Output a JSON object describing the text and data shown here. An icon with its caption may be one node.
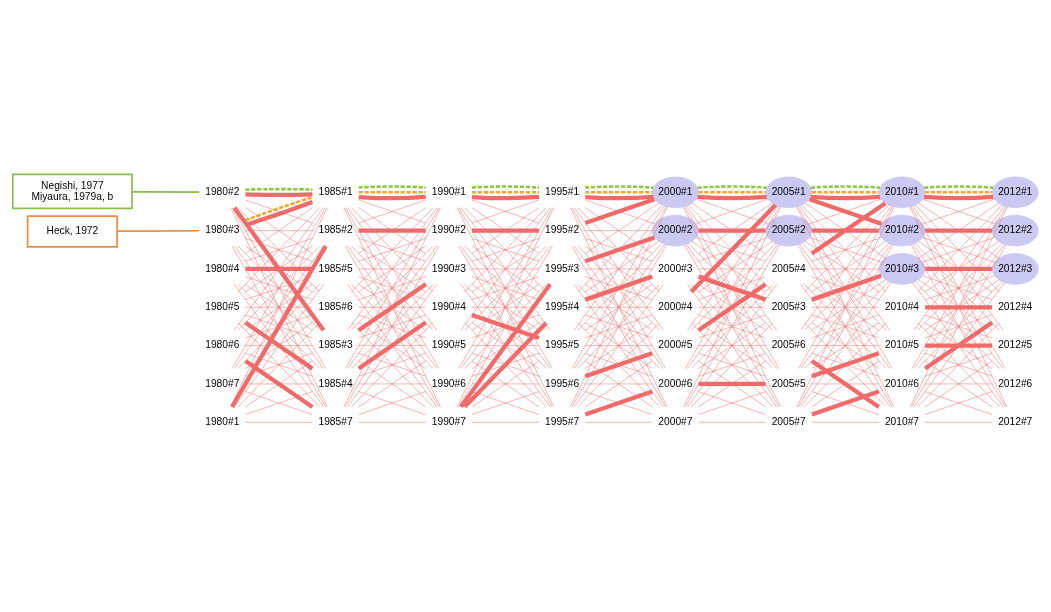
{
  "diagram": {
    "nodes": [
      {
        "text": [
          "1980#1"
        ]
      },
      {
        "text": [
          "1980#2"
        ]
      },
      {
        "text": [
          "1980#3"
        ]
      },
      {
        "text": [
          "1980#4"
        ]
      },
      {
        "text": [
          "1980#5"
        ]
      },
      {
        "text": [
          "1980#6"
        ]
      },
      {
        "text": [
          "1980#7"
        ]
      },
      {
        "text": [
          "1985#1"
        ]
      },
      {
        "text": [
          "1985#2"
        ]
      },
      {
        "text": [
          "1985#5"
        ]
      },
      {
        "text": [
          "1985#6"
        ]
      },
      {
        "text": [
          "1985#3"
        ]
      },
      {
        "text": [
          "1985#4"
        ]
      },
      {
        "text": [
          "1985#7"
        ]
      },
      {
        "text": [
          "1990#1"
        ]
      },
      {
        "text": [
          "1990#2"
        ]
      },
      {
        "text": [
          "1990#3"
        ]
      },
      {
        "text": [
          "1990#4"
        ]
      },
      {
        "text": [
          "1990#5"
        ]
      },
      {
        "text": [
          "1990#6"
        ]
      },
      {
        "text": [
          "1990#7"
        ]
      },
      {
        "text": [
          "1995#1"
        ]
      },
      {
        "text": [
          "1995#2"
        ]
      },
      {
        "text": [
          "1995#3"
        ]
      },
      {
        "text": [
          "1995#4"
        ]
      },
      {
        "text": [
          "1995#5"
        ]
      },
      {
        "text": [
          "1995#6"
        ]
      },
      {
        "text": [
          "1995#7"
        ]
      },
      {
        "text": [
          "2000#1"
        ]
      },
      {
        "text": [
          "2000#2"
        ]
      },
      {
        "text": [
          "2000#3"
        ]
      },
      {
        "text": [
          "2000#4"
        ]
      },
      {
        "text": [
          "2000#5"
        ]
      },
      {
        "text": [
          "2000#6"
        ]
      },
      {
        "text": [
          "2000#7"
        ]
      },
      {
        "text": [
          "2005#1"
        ]
      },
      {
        "text": [
          "2005#2"
        ]
      },
      {
        "text": [
          "2005#4"
        ]
      },
      {
        "text": [
          "2005#3"
        ]
      },
      {
        "text": [
          "2005#6"
        ]
      },
      {
        "text": [
          "2005#5"
        ]
      },
      {
        "text": [
          "2005#7"
        ]
      },
      {
        "text": [
          "2010#1"
        ]
      },
      {
        "text": [
          "2010#2"
        ]
      },
      {
        "text": [
          "2010#3"
        ]
      },
      {
        "text": [
          "2010#4"
        ]
      },
      {
        "text": [
          "2010#5"
        ]
      },
      {
        "text": [
          "2010#6"
        ]
      },
      {
        "text": [
          "2010#7"
        ]
      },
      {
        "text": [
          "2012#1"
        ]
      },
      {
        "text": [
          "2012#2"
        ]
      },
      {
        "text": [
          "2012#3"
        ]
      },
      {
        "text": [
          "2012#4"
        ]
      },
      {
        "text": [
          "2012#5"
        ]
      },
      {
        "text": [
          "2012#6"
        ]
      },
      {
        "text": [
          "2012#7"
        ]
      },
      {
        "text": [
          "Heck, 1972"
        ]
      },
      {
        "text": [
          "Negishi, 1977",
          "Miyaura, 1979a, b"
        ]
      }
    ],
    "edges": [
      {
        "from": 0,
        "to": 7,
        "arrow": "none"
      },
      {
        "from": 0,
        "to": 8,
        "arrow": "none",
        "style": "thick"
      },
      {
        "from": 0,
        "to": 9,
        "arrow": "none"
      },
      {
        "from": 0,
        "to": 10,
        "arrow": "none"
      },
      {
        "from": 0,
        "to": 11,
        "arrow": "none"
      },
      {
        "from": 0,
        "to": 12,
        "arrow": "none"
      },
      {
        "from": 0,
        "to": 13,
        "arrow": "none"
      },
      {
        "from": 1,
        "to": 7,
        "arrow": "none",
        "style": "thick"
      },
      {
        "from": 1,
        "to": 8,
        "arrow": "none"
      },
      {
        "from": 1,
        "to": 9,
        "arrow": "none"
      },
      {
        "from": 1,
        "to": 10,
        "arrow": "none"
      },
      {
        "from": 1,
        "to": 11,
        "arrow": "none",
        "style": "thick"
      },
      {
        "from": 1,
        "to": 12,
        "arrow": "none"
      },
      {
        "from": 1,
        "to": 13,
        "arrow": "none"
      },
      {
        "from": 2,
        "to": 7,
        "arrow": "none",
        "style": "thick"
      },
      {
        "from": 2,
        "to": 8,
        "arrow": "none"
      },
      {
        "from": 2,
        "to": 9,
        "arrow": "none"
      },
      {
        "from": 2,
        "to": 10,
        "arrow": "none"
      },
      {
        "from": 2,
        "to": 11,
        "arrow": "none"
      },
      {
        "from": 2,
        "to": 12,
        "arrow": "none"
      },
      {
        "from": 2,
        "to": 13,
        "arrow": "none"
      },
      {
        "from": 3,
        "to": 7,
        "arrow": "none"
      },
      {
        "from": 3,
        "to": 8,
        "arrow": "none"
      },
      {
        "from": 3,
        "to": 9,
        "arrow": "none",
        "style": "thick"
      },
      {
        "from": 3,
        "to": 10,
        "arrow": "none"
      },
      {
        "from": 3,
        "to": 11,
        "arrow": "none"
      },
      {
        "from": 3,
        "to": 12,
        "arrow": "none"
      },
      {
        "from": 3,
        "to": 13,
        "arrow": "none"
      },
      {
        "from": 4,
        "to": 7,
        "arrow": "none"
      },
      {
        "from": 4,
        "to": 8,
        "arrow": "none"
      },
      {
        "from": 4,
        "to": 9,
        "arrow": "none"
      },
      {
        "from": 4,
        "to": 10,
        "arrow": "none"
      },
      {
        "from": 4,
        "to": 11,
        "arrow": "none"
      },
      {
        "from": 4,
        "to": 12,
        "arrow": "none",
        "style": "thick"
      },
      {
        "from": 4,
        "to": 13,
        "arrow": "none"
      },
      {
        "from": 5,
        "to": 7,
        "arrow": "none"
      },
      {
        "from": 5,
        "to": 8,
        "arrow": "none"
      },
      {
        "from": 5,
        "to": 9,
        "arrow": "none"
      },
      {
        "from": 5,
        "to": 10,
        "arrow": "none"
      },
      {
        "from": 5,
        "to": 11,
        "arrow": "none"
      },
      {
        "from": 5,
        "to": 12,
        "arrow": "none"
      },
      {
        "from": 5,
        "to": 13,
        "arrow": "none",
        "style": "thick"
      },
      {
        "from": 6,
        "to": 7,
        "arrow": "none"
      },
      {
        "from": 6,
        "to": 8,
        "arrow": "none"
      },
      {
        "from": 6,
        "to": 9,
        "arrow": "none"
      },
      {
        "from": 6,
        "to": 10,
        "arrow": "none"
      },
      {
        "from": 6,
        "to": 11,
        "arrow": "none"
      },
      {
        "from": 6,
        "to": 12,
        "arrow": "none"
      },
      {
        "from": 6,
        "to": 13,
        "arrow": "none"
      },
      {
        "from": 7,
        "to": 14,
        "arrow": "none",
        "style": "thick"
      },
      {
        "from": 7,
        "to": 15,
        "arrow": "none"
      },
      {
        "from": 7,
        "to": 16,
        "arrow": "none"
      },
      {
        "from": 7,
        "to": 17,
        "arrow": "none"
      },
      {
        "from": 7,
        "to": 18,
        "arrow": "none"
      },
      {
        "from": 7,
        "to": 19,
        "arrow": "none"
      },
      {
        "from": 7,
        "to": 20,
        "arrow": "none"
      },
      {
        "from": 8,
        "to": 14,
        "arrow": "none"
      },
      {
        "from": 8,
        "to": 15,
        "arrow": "none",
        "style": "thick"
      },
      {
        "from": 8,
        "to": 16,
        "arrow": "none"
      },
      {
        "from": 8,
        "to": 17,
        "arrow": "none"
      },
      {
        "from": 8,
        "to": 18,
        "arrow": "none"
      },
      {
        "from": 8,
        "to": 19,
        "arrow": "none"
      },
      {
        "from": 8,
        "to": 20,
        "arrow": "none"
      },
      {
        "from": 9,
        "to": 14,
        "arrow": "none"
      },
      {
        "from": 9,
        "to": 15,
        "arrow": "none"
      },
      {
        "from": 9,
        "to": 16,
        "arrow": "none"
      },
      {
        "from": 9,
        "to": 17,
        "arrow": "none"
      },
      {
        "from": 9,
        "to": 18,
        "arrow": "none"
      },
      {
        "from": 9,
        "to": 19,
        "arrow": "none"
      },
      {
        "from": 9,
        "to": 20,
        "arrow": "none"
      },
      {
        "from": 10,
        "to": 14,
        "arrow": "none"
      },
      {
        "from": 10,
        "to": 15,
        "arrow": "none"
      },
      {
        "from": 10,
        "to": 16,
        "arrow": "none"
      },
      {
        "from": 10,
        "to": 17,
        "arrow": "none"
      },
      {
        "from": 10,
        "to": 18,
        "arrow": "none"
      },
      {
        "from": 10,
        "to": 19,
        "arrow": "none"
      },
      {
        "from": 10,
        "to": 20,
        "arrow": "none"
      },
      {
        "from": 11,
        "to": 14,
        "arrow": "none"
      },
      {
        "from": 11,
        "to": 15,
        "arrow": "none"
      },
      {
        "from": 11,
        "to": 16,
        "arrow": "none",
        "style": "thick"
      },
      {
        "from": 11,
        "to": 17,
        "arrow": "none"
      },
      {
        "from": 11,
        "to": 18,
        "arrow": "none"
      },
      {
        "from": 11,
        "to": 19,
        "arrow": "none"
      },
      {
        "from": 11,
        "to": 20,
        "arrow": "none"
      },
      {
        "from": 12,
        "to": 14,
        "arrow": "none"
      },
      {
        "from": 12,
        "to": 15,
        "arrow": "none"
      },
      {
        "from": 12,
        "to": 16,
        "arrow": "none"
      },
      {
        "from": 12,
        "to": 17,
        "arrow": "none",
        "style": "thick"
      },
      {
        "from": 12,
        "to": 18,
        "arrow": "none"
      },
      {
        "from": 12,
        "to": 19,
        "arrow": "none"
      },
      {
        "from": 12,
        "to": 20,
        "arrow": "none"
      },
      {
        "from": 13,
        "to": 14,
        "arrow": "none"
      },
      {
        "from": 13,
        "to": 15,
        "arrow": "none"
      },
      {
        "from": 13,
        "to": 16,
        "arrow": "none"
      },
      {
        "from": 13,
        "to": 17,
        "arrow": "none"
      },
      {
        "from": 13,
        "to": 18,
        "arrow": "none"
      },
      {
        "from": 13,
        "to": 19,
        "arrow": "none"
      },
      {
        "from": 13,
        "to": 20,
        "arrow": "none"
      },
      {
        "from": 14,
        "to": 21,
        "arrow": "none",
        "style": "thick"
      },
      {
        "from": 14,
        "to": 22,
        "arrow": "none"
      },
      {
        "from": 14,
        "to": 23,
        "arrow": "none"
      },
      {
        "from": 14,
        "to": 24,
        "arrow": "none"
      },
      {
        "from": 14,
        "to": 25,
        "arrow": "none"
      },
      {
        "from": 14,
        "to": 26,
        "arrow": "none"
      },
      {
        "from": 14,
        "to": 27,
        "arrow": "none"
      },
      {
        "from": 15,
        "to": 21,
        "arrow": "none"
      },
      {
        "from": 15,
        "to": 22,
        "arrow": "none",
        "style": "thick"
      },
      {
        "from": 15,
        "to": 23,
        "arrow": "none"
      },
      {
        "from": 15,
        "to": 24,
        "arrow": "none"
      },
      {
        "from": 15,
        "to": 25,
        "arrow": "none"
      },
      {
        "from": 15,
        "to": 26,
        "arrow": "none"
      },
      {
        "from": 15,
        "to": 27,
        "arrow": "none"
      },
      {
        "from": 16,
        "to": 21,
        "arrow": "none"
      },
      {
        "from": 16,
        "to": 22,
        "arrow": "none"
      },
      {
        "from": 16,
        "to": 23,
        "arrow": "none"
      },
      {
        "from": 16,
        "to": 24,
        "arrow": "none"
      },
      {
        "from": 16,
        "to": 25,
        "arrow": "none"
      },
      {
        "from": 16,
        "to": 26,
        "arrow": "none"
      },
      {
        "from": 16,
        "to": 27,
        "arrow": "none"
      },
      {
        "from": 17,
        "to": 21,
        "arrow": "none"
      },
      {
        "from": 17,
        "to": 22,
        "arrow": "none"
      },
      {
        "from": 17,
        "to": 23,
        "arrow": "none"
      },
      {
        "from": 17,
        "to": 24,
        "arrow": "none"
      },
      {
        "from": 17,
        "to": 25,
        "arrow": "none",
        "style": "thick"
      },
      {
        "from": 17,
        "to": 26,
        "arrow": "none"
      },
      {
        "from": 17,
        "to": 27,
        "arrow": "none"
      },
      {
        "from": 18,
        "to": 21,
        "arrow": "none"
      },
      {
        "from": 18,
        "to": 22,
        "arrow": "none"
      },
      {
        "from": 18,
        "to": 23,
        "arrow": "none"
      },
      {
        "from": 18,
        "to": 24,
        "arrow": "none"
      },
      {
        "from": 18,
        "to": 25,
        "arrow": "none"
      },
      {
        "from": 18,
        "to": 26,
        "arrow": "none"
      },
      {
        "from": 18,
        "to": 27,
        "arrow": "none"
      },
      {
        "from": 19,
        "to": 21,
        "arrow": "none"
      },
      {
        "from": 19,
        "to": 22,
        "arrow": "none"
      },
      {
        "from": 19,
        "to": 23,
        "arrow": "none"
      },
      {
        "from": 19,
        "to": 24,
        "arrow": "none"
      },
      {
        "from": 19,
        "to": 25,
        "arrow": "none"
      },
      {
        "from": 19,
        "to": 26,
        "arrow": "none"
      },
      {
        "from": 19,
        "to": 27,
        "arrow": "none"
      },
      {
        "from": 20,
        "to": 21,
        "arrow": "none"
      },
      {
        "from": 20,
        "to": 22,
        "arrow": "none"
      },
      {
        "from": 20,
        "to": 23,
        "arrow": "none",
        "style": "thick"
      },
      {
        "from": 20,
        "to": 24,
        "arrow": "none",
        "style": "thick"
      },
      {
        "from": 20,
        "to": 25,
        "arrow": "none"
      },
      {
        "from": 20,
        "to": 26,
        "arrow": "none"
      },
      {
        "from": 20,
        "to": 27,
        "arrow": "none"
      },
      {
        "from": 21,
        "to": 28,
        "arrow": "none",
        "style": "thick"
      },
      {
        "from": 21,
        "to": 29,
        "arrow": "none"
      },
      {
        "from": 21,
        "to": 30,
        "arrow": "none"
      },
      {
        "from": 21,
        "to": 31,
        "arrow": "none"
      },
      {
        "from": 21,
        "to": 32,
        "arrow": "none"
      },
      {
        "from": 21,
        "to": 33,
        "arrow": "none"
      },
      {
        "from": 21,
        "to": 34,
        "arrow": "none"
      },
      {
        "from": 22,
        "to": 28,
        "arrow": "none",
        "style": "thick"
      },
      {
        "from": 22,
        "to": 29,
        "arrow": "none"
      },
      {
        "from": 22,
        "to": 30,
        "arrow": "none"
      },
      {
        "from": 22,
        "to": 31,
        "arrow": "none"
      },
      {
        "from": 22,
        "to": 32,
        "arrow": "none"
      },
      {
        "from": 22,
        "to": 33,
        "arrow": "none"
      },
      {
        "from": 22,
        "to": 34,
        "arrow": "none"
      },
      {
        "from": 23,
        "to": 28,
        "arrow": "none"
      },
      {
        "from": 23,
        "to": 29,
        "arrow": "none",
        "style": "thick"
      },
      {
        "from": 23,
        "to": 30,
        "arrow": "none"
      },
      {
        "from": 23,
        "to": 31,
        "arrow": "none"
      },
      {
        "from": 23,
        "to": 32,
        "arrow": "none"
      },
      {
        "from": 23,
        "to": 33,
        "arrow": "none"
      },
      {
        "from": 23,
        "to": 34,
        "arrow": "none"
      },
      {
        "from": 24,
        "to": 28,
        "arrow": "none"
      },
      {
        "from": 24,
        "to": 29,
        "arrow": "none"
      },
      {
        "from": 24,
        "to": 30,
        "arrow": "none",
        "style": "thick"
      },
      {
        "from": 24,
        "to": 31,
        "arrow": "none"
      },
      {
        "from": 24,
        "to": 32,
        "arrow": "none"
      },
      {
        "from": 24,
        "to": 33,
        "arrow": "none"
      },
      {
        "from": 24,
        "to": 34,
        "arrow": "none"
      },
      {
        "from": 25,
        "to": 28,
        "arrow": "none"
      },
      {
        "from": 25,
        "to": 29,
        "arrow": "none"
      },
      {
        "from": 25,
        "to": 30,
        "arrow": "none"
      },
      {
        "from": 25,
        "to": 31,
        "arrow": "none"
      },
      {
        "from": 25,
        "to": 32,
        "arrow": "none"
      },
      {
        "from": 25,
        "to": 33,
        "arrow": "none"
      },
      {
        "from": 25,
        "to": 34,
        "arrow": "none"
      },
      {
        "from": 26,
        "to": 28,
        "arrow": "none"
      },
      {
        "from": 26,
        "to": 29,
        "arrow": "none"
      },
      {
        "from": 26,
        "to": 30,
        "arrow": "none"
      },
      {
        "from": 26,
        "to": 31,
        "arrow": "none"
      },
      {
        "from": 26,
        "to": 32,
        "arrow": "none",
        "style": "thick"
      },
      {
        "from": 26,
        "to": 33,
        "arrow": "none"
      },
      {
        "from": 26,
        "to": 34,
        "arrow": "none"
      },
      {
        "from": 27,
        "to": 28,
        "arrow": "none"
      },
      {
        "from": 27,
        "to": 29,
        "arrow": "none"
      },
      {
        "from": 27,
        "to": 30,
        "arrow": "none"
      },
      {
        "from": 27,
        "to": 31,
        "arrow": "none"
      },
      {
        "from": 27,
        "to": 32,
        "arrow": "none"
      },
      {
        "from": 27,
        "to": 33,
        "arrow": "none",
        "style": "thick"
      },
      {
        "from": 27,
        "to": 34,
        "arrow": "none"
      },
      {
        "from": 28,
        "to": 35,
        "arrow": "none",
        "style": "thick"
      },
      {
        "from": 28,
        "to": 36,
        "arrow": "none"
      },
      {
        "from": 28,
        "to": 37,
        "arrow": "none"
      },
      {
        "from": 28,
        "to": 38,
        "arrow": "none"
      },
      {
        "from": 28,
        "to": 39,
        "arrow": "none"
      },
      {
        "from": 28,
        "to": 40,
        "arrow": "none"
      },
      {
        "from": 28,
        "to": 41,
        "arrow": "none"
      },
      {
        "from": 29,
        "to": 35,
        "arrow": "none"
      },
      {
        "from": 29,
        "to": 36,
        "arrow": "none",
        "style": "thick"
      },
      {
        "from": 29,
        "to": 37,
        "arrow": "none"
      },
      {
        "from": 29,
        "to": 38,
        "arrow": "none"
      },
      {
        "from": 29,
        "to": 39,
        "arrow": "none"
      },
      {
        "from": 29,
        "to": 40,
        "arrow": "none"
      },
      {
        "from": 29,
        "to": 41,
        "arrow": "none"
      },
      {
        "from": 30,
        "to": 35,
        "arrow": "none"
      },
      {
        "from": 30,
        "to": 36,
        "arrow": "none"
      },
      {
        "from": 30,
        "to": 37,
        "arrow": "none"
      },
      {
        "from": 30,
        "to": 38,
        "arrow": "none",
        "style": "thick"
      },
      {
        "from": 30,
        "to": 39,
        "arrow": "none"
      },
      {
        "from": 30,
        "to": 40,
        "arrow": "none"
      },
      {
        "from": 30,
        "to": 41,
        "arrow": "none"
      },
      {
        "from": 31,
        "to": 35,
        "arrow": "none",
        "style": "thick"
      },
      {
        "from": 31,
        "to": 36,
        "arrow": "none"
      },
      {
        "from": 31,
        "to": 37,
        "arrow": "none"
      },
      {
        "from": 31,
        "to": 38,
        "arrow": "none"
      },
      {
        "from": 31,
        "to": 39,
        "arrow": "none"
      },
      {
        "from": 31,
        "to": 40,
        "arrow": "none"
      },
      {
        "from": 31,
        "to": 41,
        "arrow": "none"
      },
      {
        "from": 32,
        "to": 35,
        "arrow": "none"
      },
      {
        "from": 32,
        "to": 36,
        "arrow": "none"
      },
      {
        "from": 32,
        "to": 37,
        "arrow": "none",
        "style": "thick"
      },
      {
        "from": 32,
        "to": 38,
        "arrow": "none"
      },
      {
        "from": 32,
        "to": 39,
        "arrow": "none"
      },
      {
        "from": 32,
        "to": 40,
        "arrow": "none"
      },
      {
        "from": 32,
        "to": 41,
        "arrow": "none"
      },
      {
        "from": 33,
        "to": 35,
        "arrow": "none"
      },
      {
        "from": 33,
        "to": 36,
        "arrow": "none"
      },
      {
        "from": 33,
        "to": 37,
        "arrow": "none"
      },
      {
        "from": 33,
        "to": 38,
        "arrow": "none"
      },
      {
        "from": 33,
        "to": 39,
        "arrow": "none"
      },
      {
        "from": 33,
        "to": 40,
        "arrow": "none",
        "style": "thick"
      },
      {
        "from": 33,
        "to": 41,
        "arrow": "none"
      },
      {
        "from": 34,
        "to": 35,
        "arrow": "none"
      },
      {
        "from": 34,
        "to": 36,
        "arrow": "none"
      },
      {
        "from": 34,
        "to": 37,
        "arrow": "none"
      },
      {
        "from": 34,
        "to": 38,
        "arrow": "none"
      },
      {
        "from": 34,
        "to": 39,
        "arrow": "none"
      },
      {
        "from": 34,
        "to": 40,
        "arrow": "none"
      },
      {
        "from": 34,
        "to": 41,
        "arrow": "none"
      },
      {
        "from": 35,
        "to": 42,
        "arrow": "none",
        "style": "thick"
      },
      {
        "from": 35,
        "to": 43,
        "arrow": "none",
        "style": "thick"
      },
      {
        "from": 35,
        "to": 44,
        "arrow": "none"
      },
      {
        "from": 35,
        "to": 45,
        "arrow": "none"
      },
      {
        "from": 35,
        "to": 46,
        "arrow": "none"
      },
      {
        "from": 35,
        "to": 47,
        "arrow": "none"
      },
      {
        "from": 35,
        "to": 48,
        "arrow": "none"
      },
      {
        "from": 36,
        "to": 42,
        "arrow": "none"
      },
      {
        "from": 36,
        "to": 43,
        "arrow": "none",
        "style": "thick"
      },
      {
        "from": 36,
        "to": 44,
        "arrow": "none"
      },
      {
        "from": 36,
        "to": 45,
        "arrow": "none"
      },
      {
        "from": 36,
        "to": 46,
        "arrow": "none"
      },
      {
        "from": 36,
        "to": 47,
        "arrow": "none"
      },
      {
        "from": 36,
        "to": 48,
        "arrow": "none"
      },
      {
        "from": 37,
        "to": 42,
        "arrow": "none",
        "style": "thick"
      },
      {
        "from": 37,
        "to": 43,
        "arrow": "none"
      },
      {
        "from": 37,
        "to": 44,
        "arrow": "none"
      },
      {
        "from": 37,
        "to": 45,
        "arrow": "none"
      },
      {
        "from": 37,
        "to": 46,
        "arrow": "none"
      },
      {
        "from": 37,
        "to": 47,
        "arrow": "none"
      },
      {
        "from": 37,
        "to": 48,
        "arrow": "none"
      },
      {
        "from": 38,
        "to": 42,
        "arrow": "none"
      },
      {
        "from": 38,
        "to": 43,
        "arrow": "none"
      },
      {
        "from": 38,
        "to": 44,
        "arrow": "none",
        "style": "thick"
      },
      {
        "from": 38,
        "to": 45,
        "arrow": "none"
      },
      {
        "from": 38,
        "to": 46,
        "arrow": "none"
      },
      {
        "from": 38,
        "to": 47,
        "arrow": "none"
      },
      {
        "from": 38,
        "to": 48,
        "arrow": "none"
      },
      {
        "from": 39,
        "to": 42,
        "arrow": "none"
      },
      {
        "from": 39,
        "to": 43,
        "arrow": "none"
      },
      {
        "from": 39,
        "to": 44,
        "arrow": "none"
      },
      {
        "from": 39,
        "to": 45,
        "arrow": "none"
      },
      {
        "from": 39,
        "to": 46,
        "arrow": "none"
      },
      {
        "from": 39,
        "to": 47,
        "arrow": "none"
      },
      {
        "from": 39,
        "to": 48,
        "arrow": "none",
        "style": "thick"
      },
      {
        "from": 40,
        "to": 42,
        "arrow": "none"
      },
      {
        "from": 40,
        "to": 43,
        "arrow": "none"
      },
      {
        "from": 40,
        "to": 44,
        "arrow": "none"
      },
      {
        "from": 40,
        "to": 45,
        "arrow": "none"
      },
      {
        "from": 40,
        "to": 46,
        "arrow": "none",
        "style": "thick"
      },
      {
        "from": 40,
        "to": 47,
        "arrow": "none"
      },
      {
        "from": 40,
        "to": 48,
        "arrow": "none"
      },
      {
        "from": 41,
        "to": 42,
        "arrow": "none"
      },
      {
        "from": 41,
        "to": 43,
        "arrow": "none"
      },
      {
        "from": 41,
        "to": 44,
        "arrow": "none"
      },
      {
        "from": 41,
        "to": 45,
        "arrow": "none"
      },
      {
        "from": 41,
        "to": 46,
        "arrow": "none"
      },
      {
        "from": 41,
        "to": 47,
        "arrow": "none",
        "style": "thick"
      },
      {
        "from": 41,
        "to": 48,
        "arrow": "none"
      },
      {
        "from": 42,
        "to": 49,
        "arrow": "none",
        "style": "thick"
      },
      {
        "from": 42,
        "to": 50,
        "arrow": "none"
      },
      {
        "from": 42,
        "to": 51,
        "arrow": "none"
      },
      {
        "from": 42,
        "to": 52,
        "arrow": "none"
      },
      {
        "from": 42,
        "to": 53,
        "arrow": "none"
      },
      {
        "from": 42,
        "to": 54,
        "arrow": "none"
      },
      {
        "from": 42,
        "to": 55,
        "arrow": "none"
      },
      {
        "from": 43,
        "to": 49,
        "arrow": "none"
      },
      {
        "from": 43,
        "to": 50,
        "arrow": "none",
        "style": "thick"
      },
      {
        "from": 43,
        "to": 51,
        "arrow": "none"
      },
      {
        "from": 43,
        "to": 52,
        "arrow": "none"
      },
      {
        "from": 43,
        "to": 53,
        "arrow": "none"
      },
      {
        "from": 43,
        "to": 54,
        "arrow": "none"
      },
      {
        "from": 43,
        "to": 55,
        "arrow": "none"
      },
      {
        "from": 44,
        "to": 49,
        "arrow": "none"
      },
      {
        "from": 44,
        "to": 50,
        "arrow": "none"
      },
      {
        "from": 44,
        "to": 51,
        "arrow": "none",
        "style": "thick"
      },
      {
        "from": 44,
        "to": 52,
        "arrow": "none"
      },
      {
        "from": 44,
        "to": 53,
        "arrow": "none"
      },
      {
        "from": 44,
        "to": 54,
        "arrow": "none"
      },
      {
        "from": 44,
        "to": 55,
        "arrow": "none"
      },
      {
        "from": 45,
        "to": 49,
        "arrow": "none"
      },
      {
        "from": 45,
        "to": 50,
        "arrow": "none"
      },
      {
        "from": 45,
        "to": 51,
        "arrow": "none"
      },
      {
        "from": 45,
        "to": 52,
        "arrow": "none",
        "style": "thick"
      },
      {
        "from": 45,
        "to": 53,
        "arrow": "none"
      },
      {
        "from": 45,
        "to": 54,
        "arrow": "none"
      },
      {
        "from": 45,
        "to": 55,
        "arrow": "none"
      },
      {
        "from": 46,
        "to": 49,
        "arrow": "none"
      },
      {
        "from": 46,
        "to": 50,
        "arrow": "none"
      },
      {
        "from": 46,
        "to": 51,
        "arrow": "none"
      },
      {
        "from": 46,
        "to": 52,
        "arrow": "none"
      },
      {
        "from": 46,
        "to": 53,
        "arrow": "none",
        "style": "thick"
      },
      {
        "from": 46,
        "to": 54,
        "arrow": "none"
      },
      {
        "from": 46,
        "to": 55,
        "arrow": "none"
      },
      {
        "from": 47,
        "to": 49,
        "arrow": "none"
      },
      {
        "from": 47,
        "to": 50,
        "arrow": "none"
      },
      {
        "from": 47,
        "to": 51,
        "arrow": "none"
      },
      {
        "from": 47,
        "to": 52,
        "arrow": "none",
        "style": "thick"
      },
      {
        "from": 47,
        "to": 53,
        "arrow": "none"
      },
      {
        "from": 47,
        "to": 54,
        "arrow": "none"
      },
      {
        "from": 47,
        "to": 55,
        "arrow": "none"
      },
      {
        "from": 48,
        "to": 49,
        "arrow": "none"
      },
      {
        "from": 48,
        "to": 50,
        "arrow": "none"
      },
      {
        "from": 48,
        "to": 51,
        "arrow": "none"
      },
      {
        "from": 48,
        "to": 52,
        "arrow": "none"
      },
      {
        "from": 48,
        "to": 53,
        "arrow": "none"
      },
      {
        "from": 48,
        "to": 54,
        "arrow": "none"
      },
      {
        "from": 48,
        "to": 55,
        "arrow": "none"
      },
      {
        "from": 2,
        "to": 7,
        "arrow": "none",
        "style": "dashed",
        "color": "#f5a623"
      },
      {
        "from": 7,
        "to": 14,
        "arrow": "none",
        "style": "dashed",
        "color": "#f5a623"
      },
      {
        "from": 14,
        "to": 21,
        "arrow": "none",
        "style": "dashed",
        "color": "#f5a623"
      },
      {
        "from": 21,
        "to": 28,
        "arrow": "none",
        "style": "dashed",
        "color": "#f5a623"
      },
      {
        "from": 28,
        "to": 35,
        "arrow": "none",
        "style": "dashed",
        "color": "#f5a623"
      },
      {
        "from": 35,
        "to": 42,
        "arrow": "none",
        "style": "dashed",
        "color": "#f5a623"
      },
      {
        "from": 42,
        "to": 49,
        "arrow": "none",
        "style": "dashed",
        "color": "#f5a623"
      },
      {
        "from": 1,
        "to": 7,
        "arrow": "none",
        "style": "dashed",
        "color": "#8dc63f"
      },
      {
        "from": 7,
        "to": 14,
        "arrow": "none",
        "style": "dashed",
        "color": "#8dc63f"
      },
      {
        "from": 14,
        "to": 21,
        "arrow": "none",
        "style": "dashed",
        "color": "#8dc63f"
      },
      {
        "from": 21,
        "to": 28,
        "arrow": "none",
        "style": "dashed",
        "color": "#8dc63f"
      },
      {
        "from": 28,
        "to": 35,
        "arrow": "none",
        "style": "dashed",
        "color": "#8dc63f"
      },
      {
        "from": 35,
        "to": 42,
        "arrow": "none",
        "style": "dashed",
        "color": "#8dc63f"
      },
      {
        "from": 42,
        "to": 49,
        "arrow": "none",
        "style": "dashed",
        "color": "#8dc63f"
      },
      {
        "from": 56,
        "to": 2,
        "arrow": "none",
        "color": "#f08c3c"
      },
      {
        "from": 57,
        "to": 1,
        "arrow": "none",
        "color": "#8dbb4f"
      }
    ]
  }
}
